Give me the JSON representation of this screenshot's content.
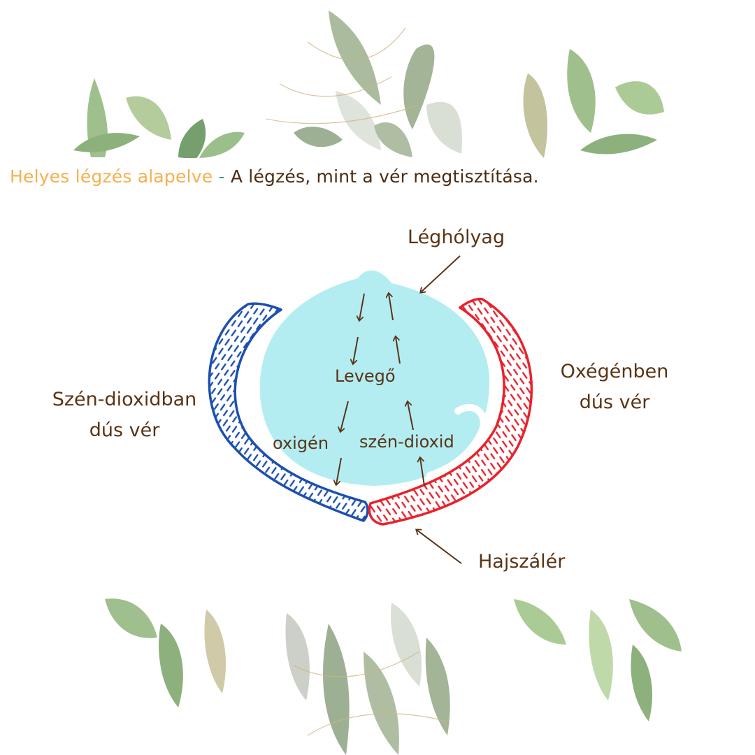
{
  "heading": {
    "accent": "Helyes légzés alapelve",
    "separator": "-",
    "rest": "A légzés, mint a vér megtisztítása."
  },
  "labels": {
    "alveolus": "Léghólyag",
    "air": "Levegő",
    "oxygen": "oxigén",
    "co2": "szén-dioxid",
    "co2_blood_line1": "Szén-dioxidban",
    "co2_blood_line2": "dús vér",
    "o2_blood_line1": "Oxégénben",
    "o2_blood_line2": "dús vér",
    "capillary": "Hajszálér"
  },
  "colors": {
    "heading_accent": "#f5b04f",
    "separator": "#3f9a73",
    "text": "#5a3415",
    "alveolus_fill": "#b3edf2",
    "deoxygenated_vessel": "#1b4fb0",
    "oxygenated_vessel": "#e8222c",
    "arrow": "#5a3415"
  },
  "icons": {
    "decoration": "watercolor-leaves"
  }
}
